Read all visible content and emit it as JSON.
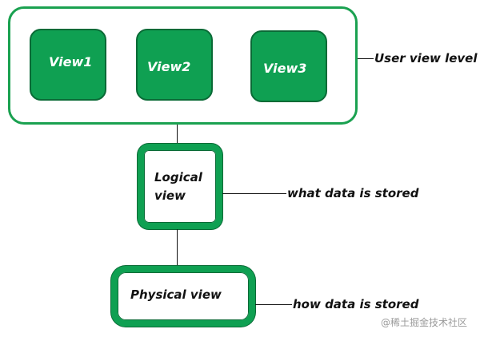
{
  "user_level": {
    "views": [
      "View1",
      "View2",
      "View3"
    ],
    "label": "User view level"
  },
  "logical": {
    "line1": "Logical",
    "line2": "view",
    "annotation": "what data is stored"
  },
  "physical": {
    "label": "Physical view",
    "annotation": "how data is stored"
  },
  "watermark": "@稀土掘金技术社区",
  "colors": {
    "green_fill": "#0fa052",
    "green_border": "#1aa150",
    "line": "#111111"
  }
}
